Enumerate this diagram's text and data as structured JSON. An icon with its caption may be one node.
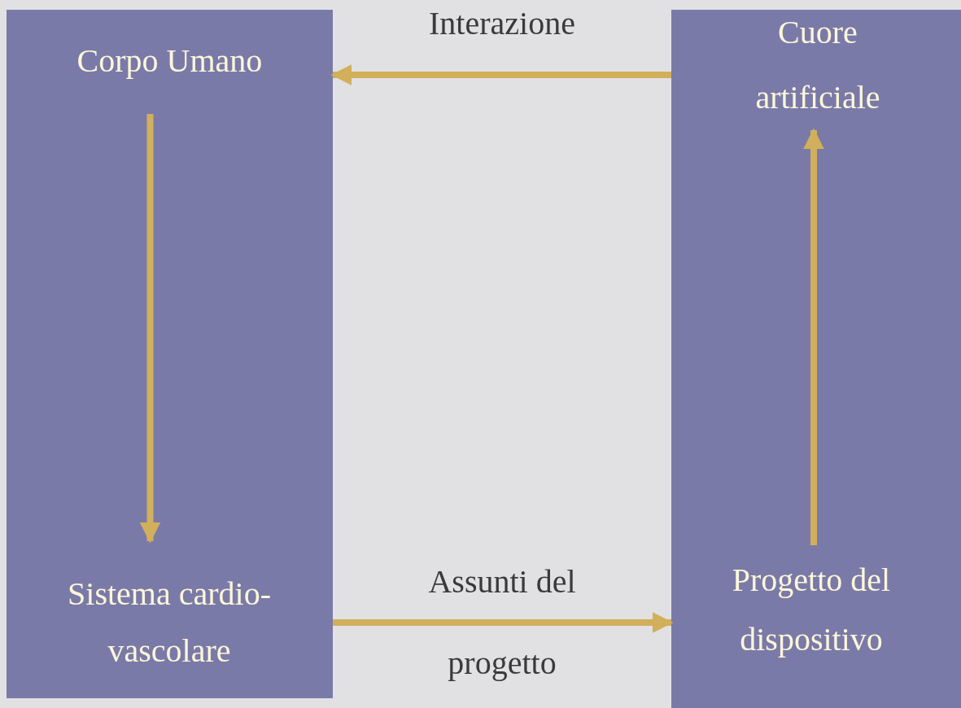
{
  "diagram": {
    "nodes": [
      {
        "text": [],
        "shape": "box"
      },
      {
        "text": [
          "Corpo Umano"
        ],
        "in": 0
      },
      {
        "text": [
          "Sistema cardio-vascolare"
        ],
        "in": 0
      },
      {
        "text": [],
        "shape": "box"
      },
      {
        "text": [
          "Cuore artificiale"
        ],
        "in": 3
      },
      {
        "text": [
          "Progetto del dispositivo"
        ],
        "in": 3
      }
    ],
    "edges": [
      {
        "from": 1,
        "to": 2,
        "arrow": "to"
      },
      {
        "from": 0,
        "to": 3,
        "arrow": "to",
        "label": "Assunti del progetto"
      },
      {
        "from": 5,
        "to": 4,
        "arrow": "to"
      },
      {
        "from": 3,
        "to": 0,
        "arrow": "to",
        "label": "Interazione"
      }
    ]
  }
}
